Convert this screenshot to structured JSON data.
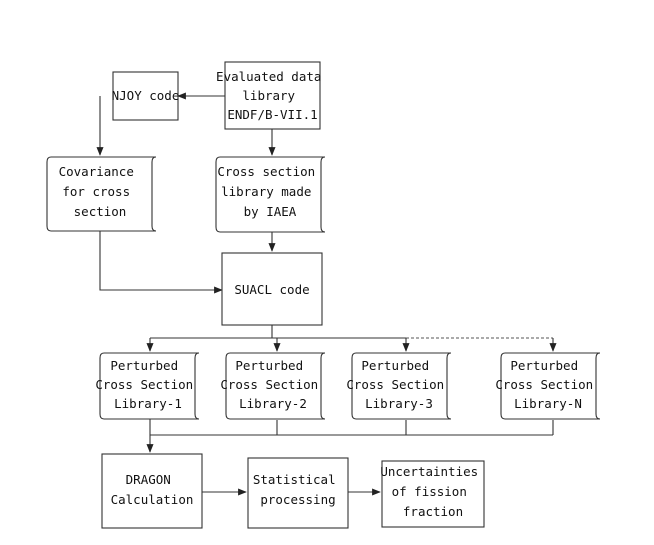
{
  "nodes": {
    "evaluated_library": [
      "Evaluated data",
      "library",
      "ENDF/B-VII.1"
    ],
    "njoy": [
      "NJOY code"
    ],
    "covariance": [
      "Covariance",
      "for cross",
      "section"
    ],
    "cross_section_library": [
      "Cross section",
      "library made",
      "by IAEA"
    ],
    "suacl": [
      "SUACL code"
    ],
    "perturbed_1": [
      "Perturbed",
      "Cross Section",
      "Library-1"
    ],
    "perturbed_2": [
      "Perturbed",
      "Cross Section",
      "Library-2"
    ],
    "perturbed_3": [
      "Perturbed",
      "Cross Section",
      "Library-3"
    ],
    "perturbed_n": [
      "Perturbed",
      "Cross Section",
      "Library-N"
    ],
    "dragon": [
      "DRAGON",
      "Calculation"
    ],
    "statistical": [
      "Statistical",
      "processing"
    ],
    "uncertainties": [
      "Uncertainties",
      "of fission",
      "fraction"
    ]
  }
}
